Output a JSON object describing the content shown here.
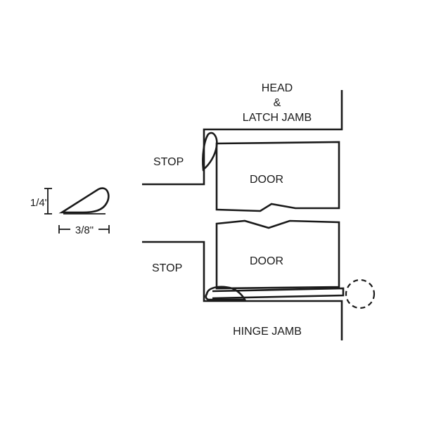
{
  "labels": {
    "head": "HEAD",
    "ampersand": "&",
    "latch_jamb": "LATCH JAMB",
    "stop_top": "STOP",
    "door_top": "DOOR",
    "door_bottom": "DOOR",
    "stop_bottom": "STOP",
    "hinge_jamb": "HINGE JAMB"
  },
  "dimensions": {
    "height": "1/4\"",
    "width": "3/8\""
  },
  "colors": {
    "line": "#1a1a1a",
    "background": "#ffffff"
  }
}
